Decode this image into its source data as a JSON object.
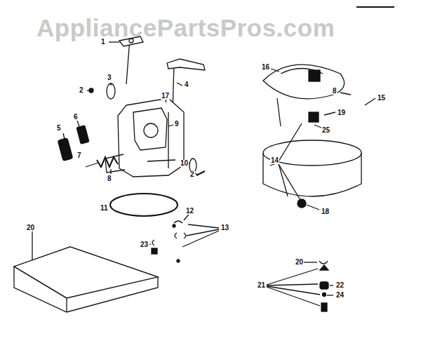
{
  "diagram": {
    "labels": [
      "AppliancePartsPros.com",
      "1",
      "4",
      "3",
      "2",
      "17",
      "5",
      "6",
      "7",
      "8",
      "9",
      "10",
      "2",
      "11",
      "12",
      "13",
      "23",
      "20",
      "16",
      "8",
      "15",
      "19",
      "25",
      "14",
      "18",
      "20",
      "21",
      "22",
      "24"
    ]
  }
}
